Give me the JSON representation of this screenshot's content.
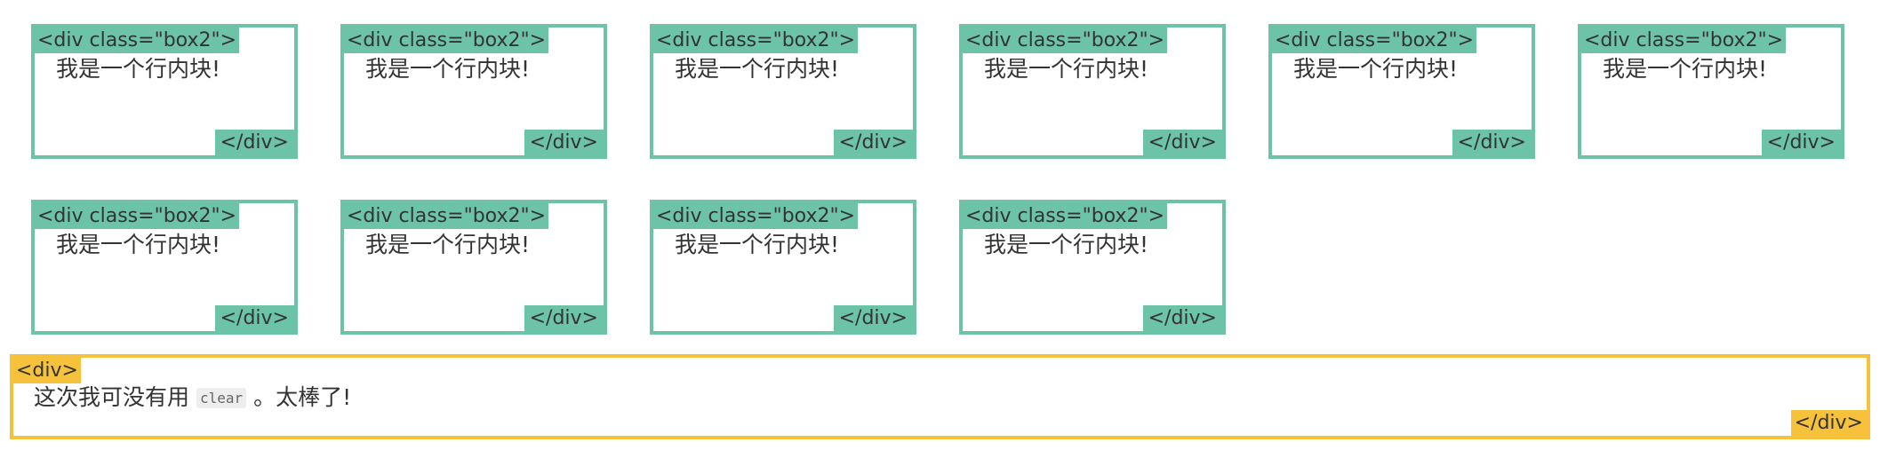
{
  "boxes": [
    {
      "open_tag": "<div class=\"box2\">",
      "text": "我是一个行内块!",
      "close_tag": "</div>"
    },
    {
      "open_tag": "<div class=\"box2\">",
      "text": "我是一个行内块!",
      "close_tag": "</div>"
    },
    {
      "open_tag": "<div class=\"box2\">",
      "text": "我是一个行内块!",
      "close_tag": "</div>"
    },
    {
      "open_tag": "<div class=\"box2\">",
      "text": "我是一个行内块!",
      "close_tag": "</div>"
    },
    {
      "open_tag": "<div class=\"box2\">",
      "text": "我是一个行内块!",
      "close_tag": "</div>"
    },
    {
      "open_tag": "<div class=\"box2\">",
      "text": "我是一个行内块!",
      "close_tag": "</div>"
    },
    {
      "open_tag": "<div class=\"box2\">",
      "text": "我是一个行内块!",
      "close_tag": "</div>"
    },
    {
      "open_tag": "<div class=\"box2\">",
      "text": "我是一个行内块!",
      "close_tag": "</div>"
    },
    {
      "open_tag": "<div class=\"box2\">",
      "text": "我是一个行内块!",
      "close_tag": "</div>"
    },
    {
      "open_tag": "<div class=\"box2\">",
      "text": "我是一个行内块!",
      "close_tag": "</div>"
    }
  ],
  "outer": {
    "open_tag": "<div>",
    "text_before": "这次我可没有用",
    "code": "clear",
    "text_after": "。太棒了!",
    "close_tag": "</div>"
  },
  "colors": {
    "box2_border": "#6cc3a7",
    "outer_border": "#f6c13b",
    "text": "#333333"
  }
}
